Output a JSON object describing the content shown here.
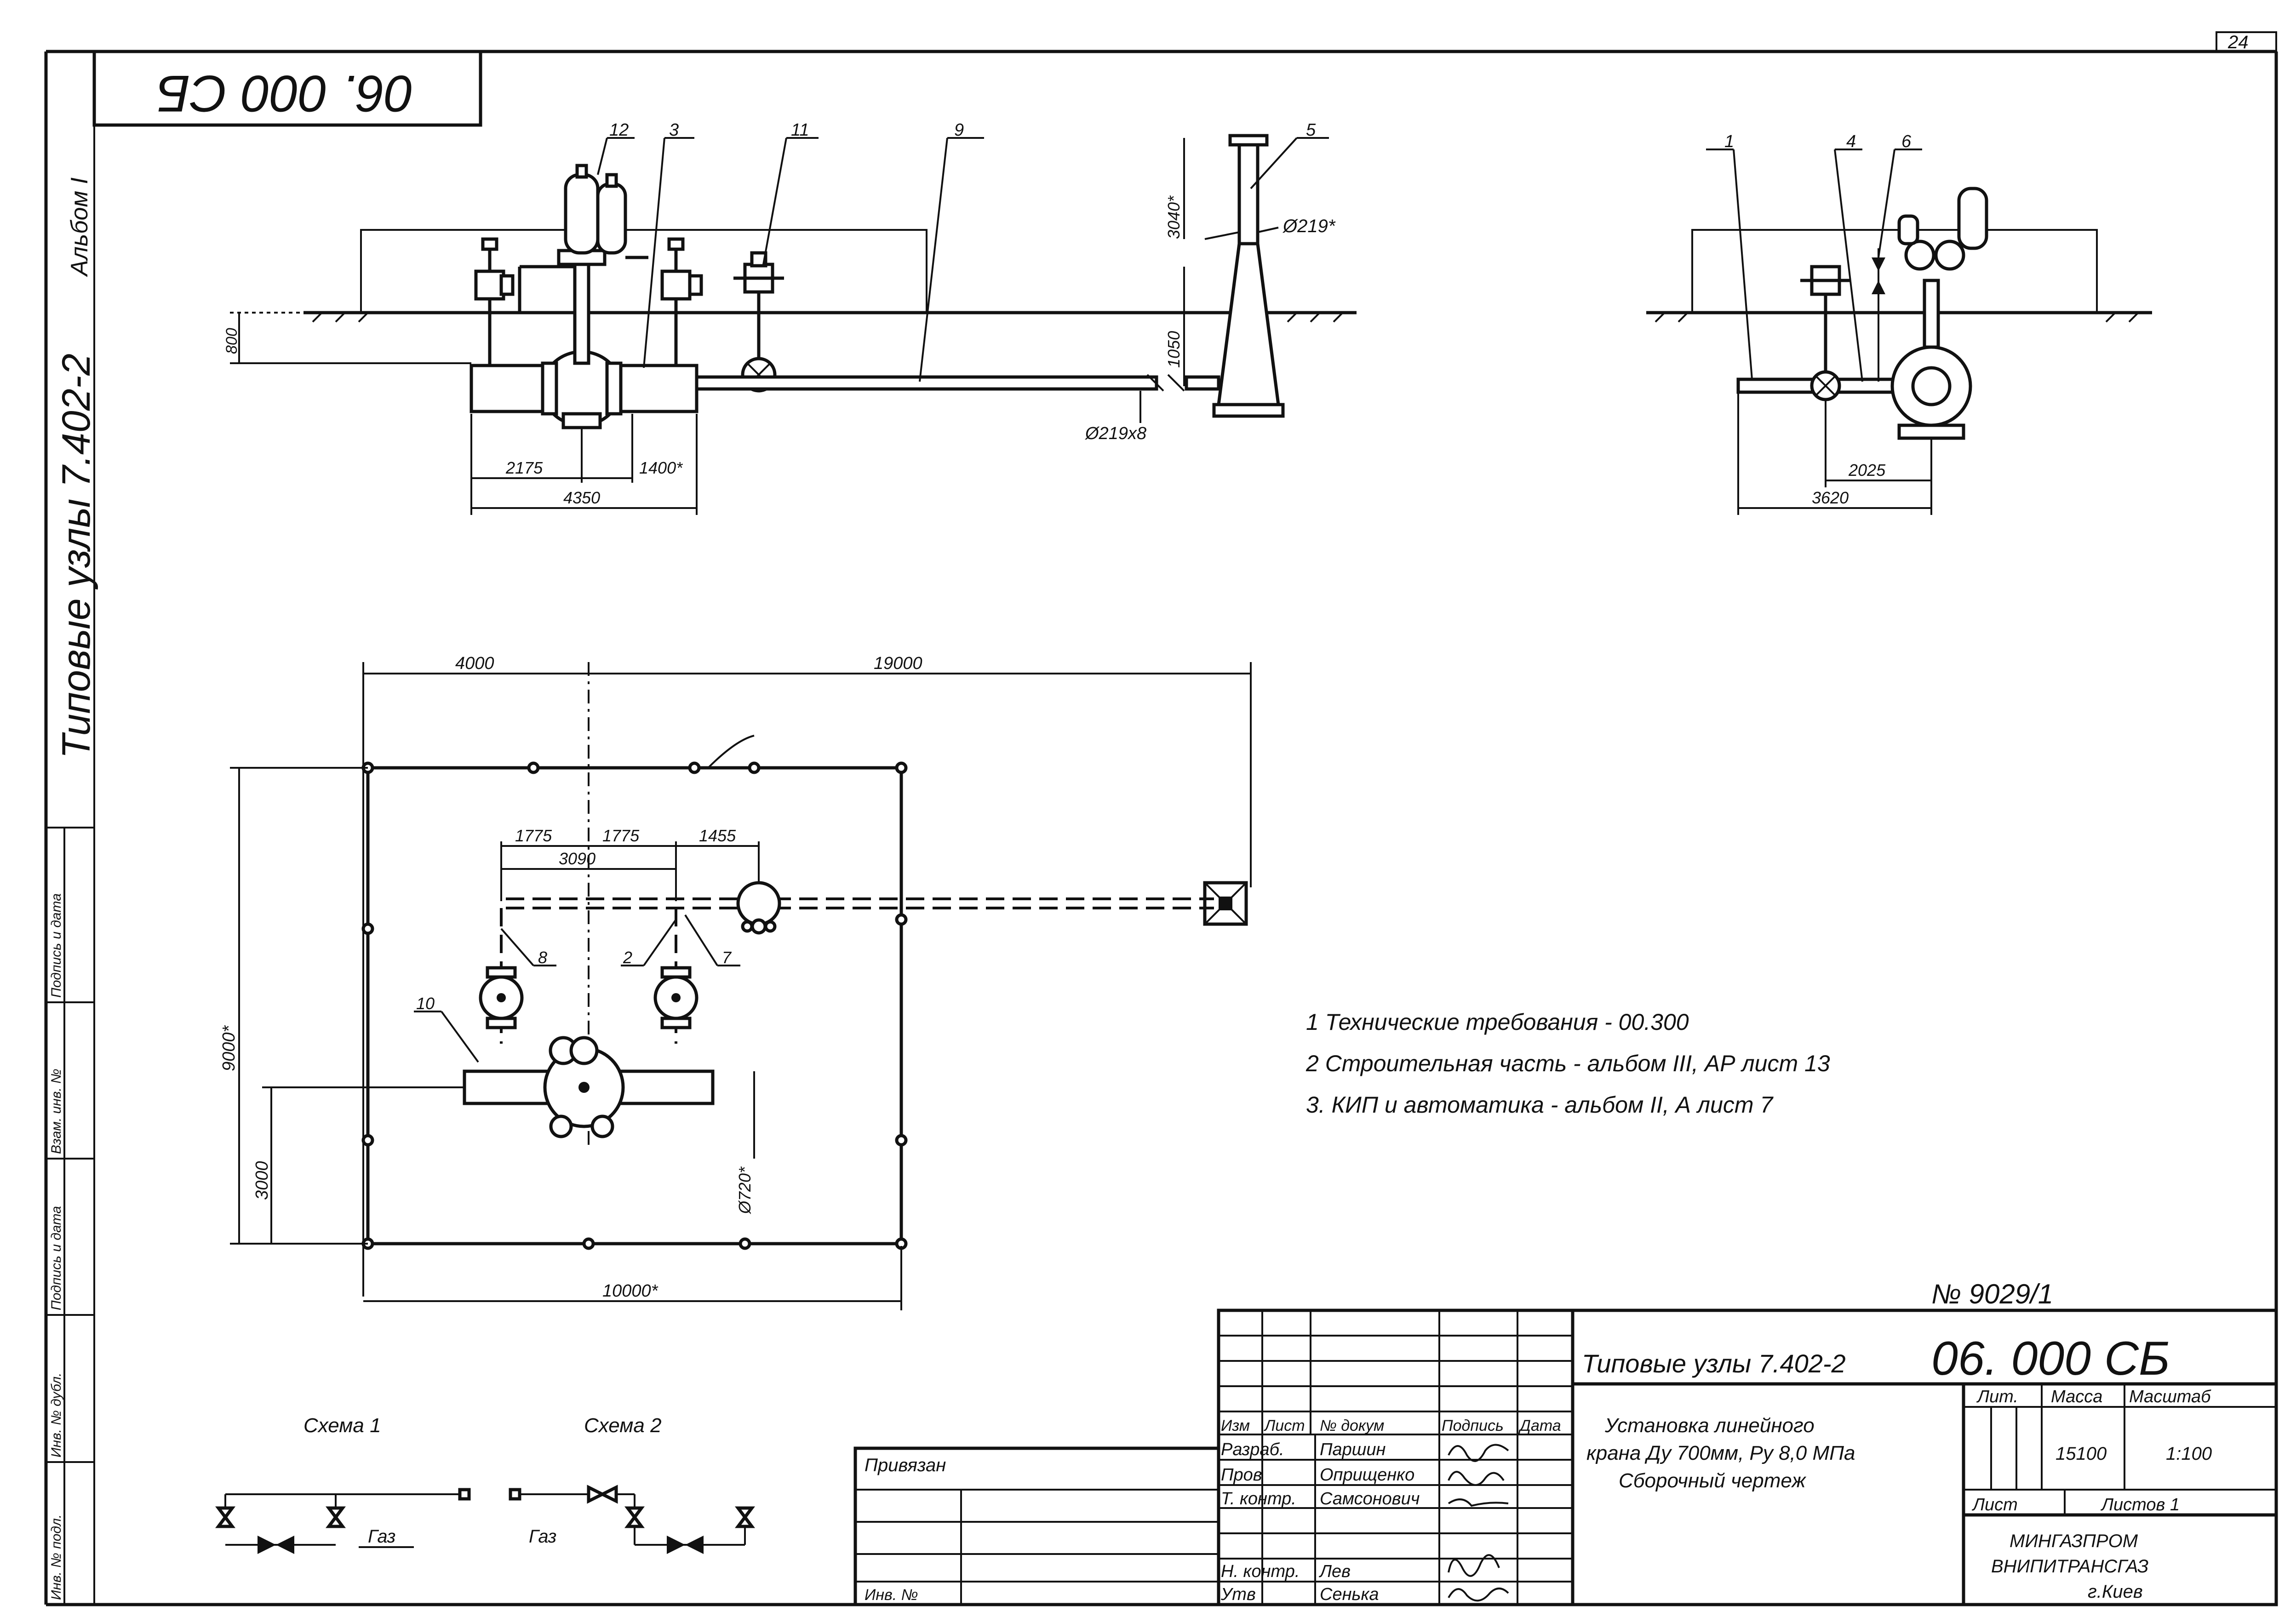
{
  "sheet": {
    "sheet_number_corner": "24",
    "code_box_mirrored": "06. 000 CБ",
    "album_label": "Альбом І",
    "series_label": "Типовые узлы 7.402-2",
    "side_stamp_texts": [
      "Инв. № подл.",
      "Подпись и дата",
      "Взам. инв. №",
      "Подпись и дата",
      "Инв. № дубл."
    ]
  },
  "callouts": {
    "elevation_left": [
      "12",
      "3",
      "11",
      "9",
      "5"
    ],
    "elevation_right": [
      "1",
      "4",
      "6"
    ],
    "plan": [
      "8",
      "2",
      "7",
      "10"
    ]
  },
  "dimensions": {
    "elev_800": "800",
    "elev_1050": "1050",
    "elev_3040": "3040*",
    "elev_d219": "Ø219*",
    "elev_d219x8": "Ø219x8",
    "elev_2175": "2175",
    "elev_1400": "1400*",
    "elev_4350": "4350",
    "side_2025": "2025",
    "side_3620": "3620",
    "plan_4000": "4000",
    "plan_19000": "19000",
    "plan_1775a": "1775",
    "plan_1775b": "1775",
    "plan_1455": "1455",
    "plan_3090": "3090",
    "plan_9000": "9000*",
    "plan_3000": "3000",
    "plan_d720": "Ø720*",
    "plan_10000": "10000*"
  },
  "notes": [
    "1 Технические требования - 00.300",
    "2 Строительная часть - альбом III, АР лист 13",
    "3. КИП и автоматика - альбом II, А лист 7"
  ],
  "drawing_number": "№ 9029/1",
  "schemes": {
    "scheme1_title": "Схема 1",
    "scheme1_flow": "Газ",
    "scheme2_title": "Схема 2",
    "scheme2_flow": "Газ"
  },
  "title_block": {
    "series": "Типовые узлы 7.402-2",
    "code": "06. 000 СБ",
    "privyazan": "Привязан",
    "inv_label": "Инв. №",
    "columns": [
      "Изм",
      "Лист",
      "№ докум",
      "Подпись",
      "Дата"
    ],
    "rows": [
      {
        "role": "Разраб.",
        "name": "Паршин"
      },
      {
        "role": "Пров",
        "name": "Оприщенко"
      },
      {
        "role": "Т. контр.",
        "name": "Самсонович"
      },
      {
        "role": "",
        "name": ""
      },
      {
        "role": "Н. контр.",
        "name": "Лев"
      },
      {
        "role": "Утв",
        "name": "Сенька"
      }
    ],
    "title_lines": [
      "Установка линейного",
      "крана Ду 700мм, Ру 8,0 МПа",
      "Сборочный чертеж"
    ],
    "lit_label": "Лит.",
    "mass_label": "Масса",
    "scale_label": "Масштаб",
    "mass_value": "15100",
    "scale_value": "1:100",
    "sheet_label": "Лист",
    "sheets_label": "Листов 1",
    "org_lines": [
      "МИНГАЗПРОМ",
      "ВНИПИТРАНСГАЗ",
      "г.Киев"
    ]
  }
}
